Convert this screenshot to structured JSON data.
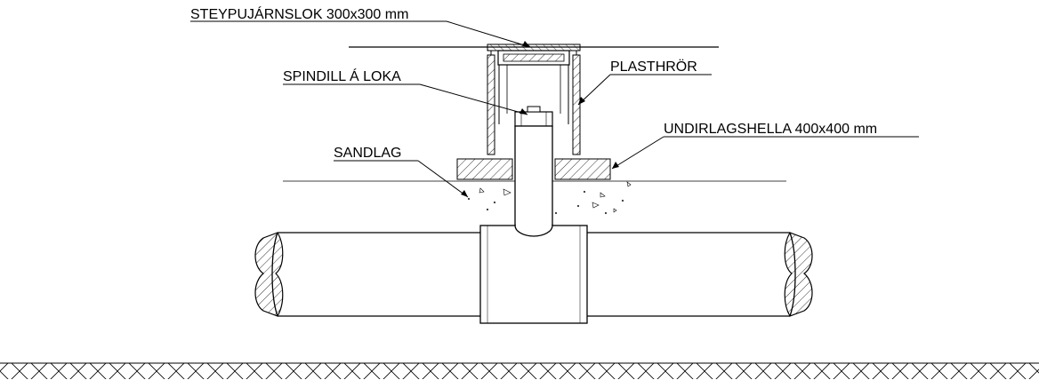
{
  "labels": {
    "cover": "STEYPUJÁRNSLOK 300x300 mm",
    "spindle": "SPINDILL Á LOKA",
    "pipe": "PLASTHRÖR",
    "slab": "UNDIRLAGSHELLA 400x400 mm",
    "sand": "SANDLAG"
  }
}
